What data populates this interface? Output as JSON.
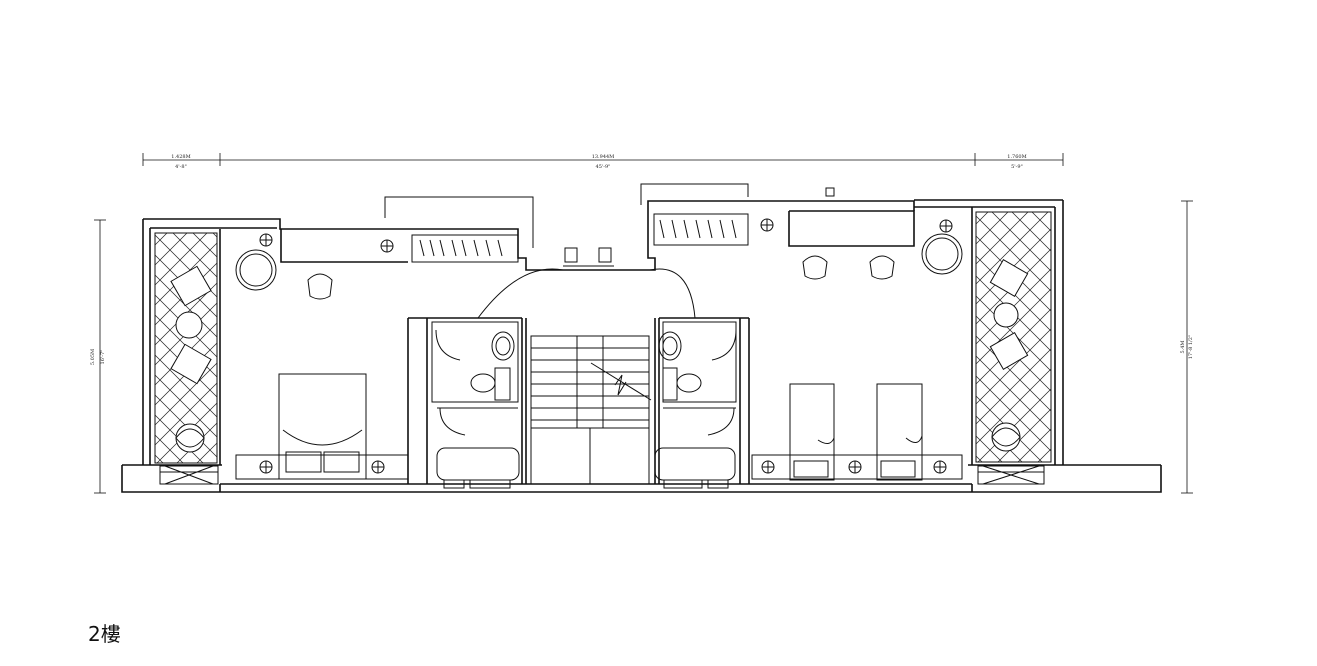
{
  "dimensions": {
    "top_left_m": "1.428M",
    "top_left_ft": "4'-8\"",
    "top_center_m": "13.944M",
    "top_center_ft": "45'-9\"",
    "top_right_m": "1.760M",
    "top_right_ft": "5'-9\"",
    "left_m": "5.05M",
    "left_ft": "16'-7\"",
    "right_m": "5.4M",
    "right_ft": "17'-8 1/2\""
  },
  "caption": "2樓"
}
